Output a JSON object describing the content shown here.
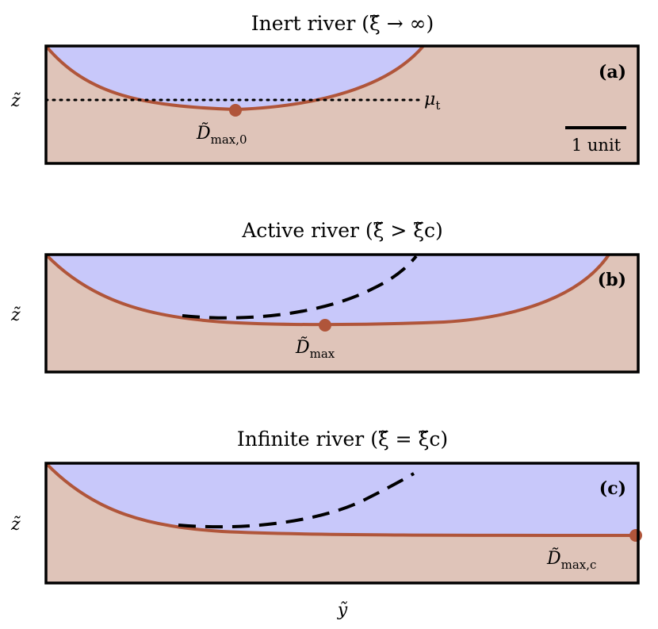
{
  "colors": {
    "water": "#c8c8fa",
    "bank": "#dfc4b9",
    "profile": "#b0553a",
    "frame": "#000000"
  },
  "panels": [
    {
      "title": "Inert river (ξ̃ → ∞)",
      "label": "(a)",
      "point_label": "D̃",
      "point_sub": "max,0",
      "threshold_label": "μ",
      "threshold_sub": "t",
      "scale_label": "1 unit"
    },
    {
      "title": "Active river (ξ̃ > ξ̃c)",
      "label": "(b)",
      "point_label": "D̃",
      "point_sub": "max"
    },
    {
      "title": "Infinite river (ξ̃ = ξ̃c)",
      "label": "(c)",
      "point_label": "D̃",
      "point_sub": "max,c"
    }
  ],
  "axes": {
    "ylabel": "z̃",
    "xlabel": "ỹ"
  }
}
